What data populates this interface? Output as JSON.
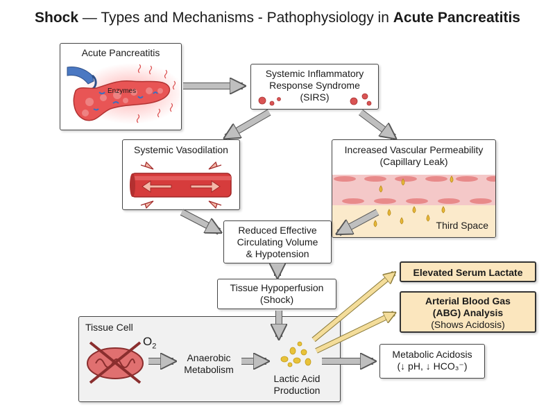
{
  "title": {
    "part1": "Shock",
    "part2": " — Types and Mechanisms - Pathophysiology in ",
    "part3": "Acute Pancreatitis"
  },
  "nodes": {
    "pancreatitis": {
      "title": "Acute Pancreatitis",
      "enzymes_label": "Enzymes"
    },
    "sirs": {
      "line1": "Systemic Inflammatory",
      "line2": "Response Syndrome",
      "line3": "(SIRS)"
    },
    "vasodilation": {
      "title": "Systemic Vasodilation"
    },
    "permeability": {
      "line1": "Increased Vascular Permeability",
      "line2": "(Capillary Leak)",
      "third_space": "Third Space"
    },
    "reduced_volume": {
      "line1": "Reduced Effective",
      "line2": "Circulating Volume",
      "line3": "& Hypotension"
    },
    "hypoperfusion": {
      "line1": "Tissue Hypoperfusion",
      "line2": "(Shock)"
    },
    "tissue_cell": {
      "title": "Tissue Cell",
      "o2": "O",
      "o2_sub": "2"
    },
    "anaerobic": {
      "line1": "Anaerobic",
      "line2": "Metabolism"
    },
    "lactic": {
      "line1": "Lactic Acid",
      "line2": "Production"
    },
    "lactate": {
      "label": "Elevated Serum Lactate"
    },
    "abg": {
      "line1": "Arterial Blood Gas",
      "line2": "(ABG) Analysis",
      "line3": "(Shows Acidosis)"
    },
    "acidosis": {
      "line1": "Metabolic Acidosis",
      "line2": "(↓ pH, ↓ HCO₃⁻)"
    }
  },
  "colors": {
    "highlight_fill": "#fbe6be",
    "arrow_gray": "#bfbfbf",
    "arrow_yellow": "#f4dd9a",
    "vessel_red": "#d63c3c",
    "capillary_pink": "#f4c8c8",
    "third_space_fill": "#fbeacb",
    "droplet_yellow": "#e8b93a"
  },
  "icons": [
    "pancreas-illustration",
    "virus-particles",
    "dilated-vessel",
    "leaking-capillary",
    "mitochondria-crossed",
    "lactate-droplets"
  ]
}
